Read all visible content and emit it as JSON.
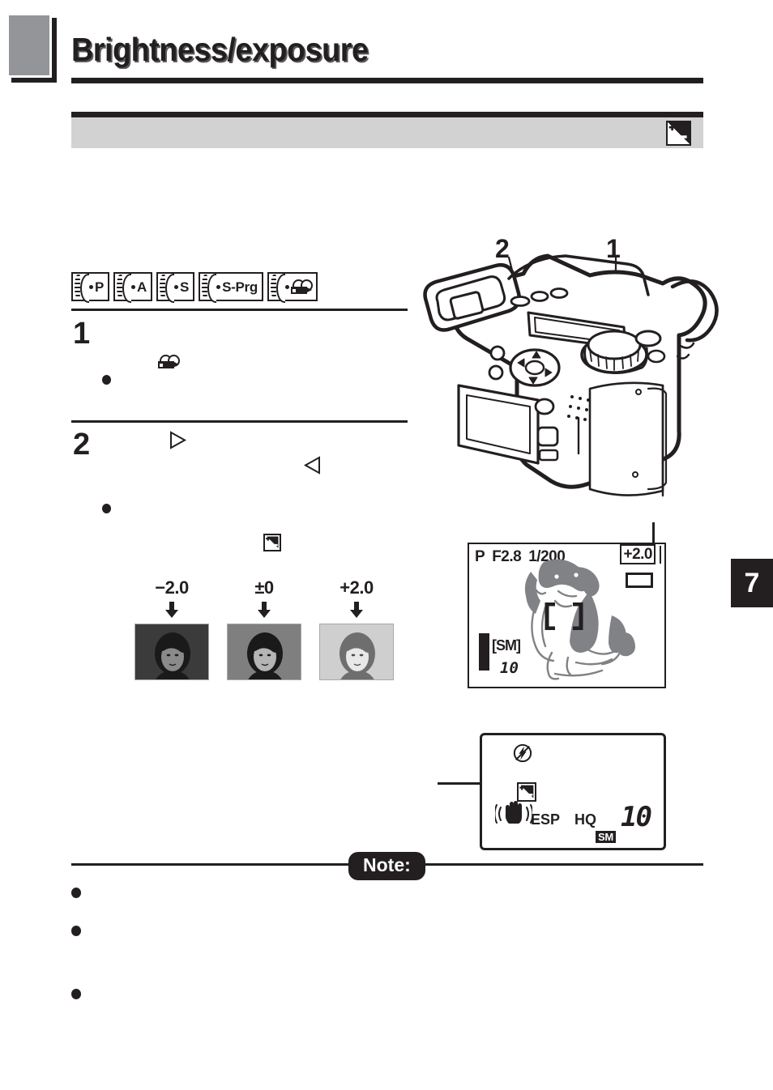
{
  "header": {
    "title": "Brightness/exposure",
    "section_icon": "exposure-compensation-icon",
    "chapter_marker": "chapter-square"
  },
  "mode_badges": [
    {
      "label": "P",
      "icon": ""
    },
    {
      "label": "A",
      "icon": ""
    },
    {
      "label": "S",
      "icon": ""
    },
    {
      "label": "S-Prg",
      "icon": ""
    },
    {
      "label": "",
      "icon": "movie-camera-icon"
    }
  ],
  "steps": [
    {
      "number": "1",
      "icons": [
        "movie-camera-icon"
      ],
      "bullets": [
        ""
      ]
    },
    {
      "number": "2",
      "icons": [
        "arrow-right-icon",
        "arrow-left-icon",
        "exposure-compensation-icon"
      ],
      "bullets": [
        ""
      ]
    }
  ],
  "exposure_samples": {
    "columns": [
      {
        "label": "−2.0",
        "tone": "dark"
      },
      {
        "label": "±0",
        "tone": "mid"
      },
      {
        "label": "+2.0",
        "tone": "light"
      }
    ]
  },
  "camera_illustration": {
    "callouts": [
      "2",
      "1"
    ],
    "alt": "camera-line-art"
  },
  "lcd_monitor": {
    "mode": "P",
    "aperture": "F2.8",
    "shutter": "1/200",
    "exposure_value": "+2.0",
    "card_indicator": "card-icon",
    "battery_indicator": "battery-icon",
    "quality": "[SM]",
    "frames_remaining": "10",
    "subject": "dog-photo",
    "af_target": "af-brackets"
  },
  "control_panel": {
    "flash_mode": "flash-off-icon",
    "exposure_compensation": "exposure-compensation-icon",
    "camera_shake": "camera-shake-icon",
    "metering": "ESP",
    "record_mode": "HQ",
    "card_type": "SM",
    "frames_remaining": "10"
  },
  "chapter_tab": {
    "number": "7"
  },
  "note": {
    "label": "Note:",
    "bullets": [
      "",
      "",
      ""
    ]
  },
  "colors": {
    "ink": "#231f20",
    "chapter_square": "#939598",
    "section_bar": "#d2d2d2",
    "sample_dark": "#3b3b3b",
    "sample_mid": "#7f7f7f",
    "sample_light": "#cfcfcf",
    "lcd_gray": "#808285"
  }
}
